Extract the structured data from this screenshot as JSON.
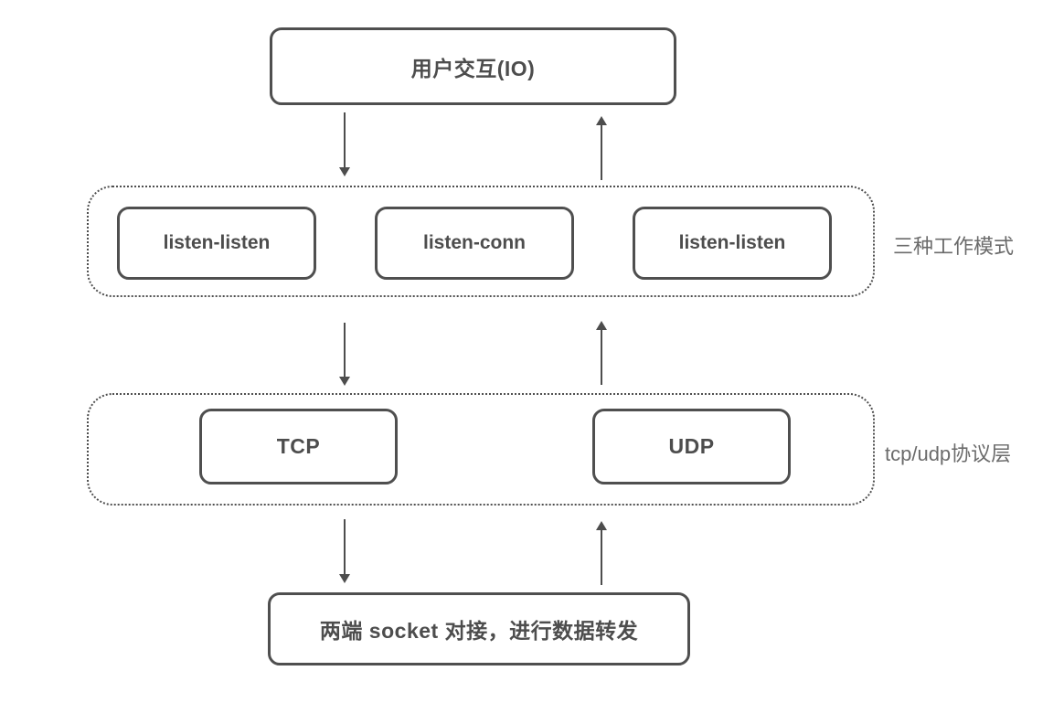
{
  "diagram": {
    "title_hint": "socket relay architecture diagram",
    "top_node": {
      "label": "用户交互(IO)"
    },
    "modes_group": {
      "label": "三种工作模式",
      "nodes": [
        {
          "label": "listen-listen"
        },
        {
          "label": "listen-conn"
        },
        {
          "label": "listen-listen"
        }
      ]
    },
    "protocol_group": {
      "label": "tcp/udp协议层",
      "nodes": [
        {
          "label": "TCP"
        },
        {
          "label": "UDP"
        }
      ]
    },
    "bottom_node": {
      "label": "两端 socket 对接，进行数据转发"
    },
    "arrows": [
      {
        "name": "io-to-modes",
        "direction": "down"
      },
      {
        "name": "modes-to-io",
        "direction": "up"
      },
      {
        "name": "modes-to-protocol",
        "direction": "down"
      },
      {
        "name": "protocol-to-modes",
        "direction": "up"
      },
      {
        "name": "protocol-to-socket",
        "direction": "down"
      },
      {
        "name": "socket-to-protocol",
        "direction": "up"
      }
    ],
    "colors": {
      "background": "#ffffff",
      "node_border": "#4f4f4f",
      "node_text": "#4d4d4d",
      "group_border": "#4f4f4f",
      "side_label_text": "#6b6b6b",
      "arrow": "#4d4d4d"
    }
  }
}
